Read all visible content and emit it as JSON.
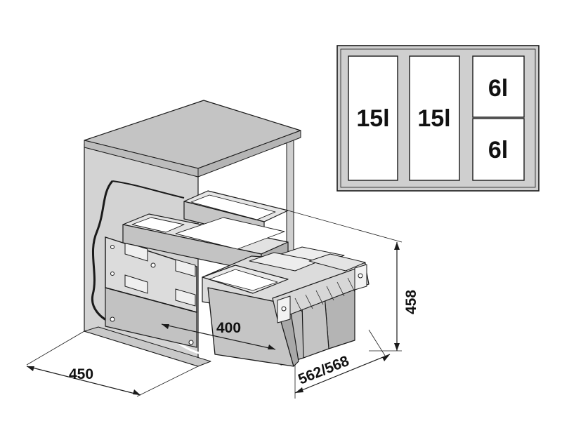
{
  "plan": {
    "compartments": [
      {
        "label": "15l"
      },
      {
        "label": "15l"
      },
      {
        "label": "6l"
      },
      {
        "label": "6l"
      }
    ]
  },
  "dimensions": {
    "width": "400",
    "cabinet_depth": "450",
    "rail_depth": "562/568",
    "height": "458"
  },
  "colors": {
    "line": "#1a1a1a",
    "cabinet_fill": "#d3d3d3",
    "cabinet_top": "#c4c4c4",
    "cabinet_dark": "#b9b9b9",
    "bin_fill": "#bdbdbd",
    "bin_dark": "#a9a9a9",
    "white": "#ffffff",
    "plan_fill": "#cfcfcf"
  }
}
